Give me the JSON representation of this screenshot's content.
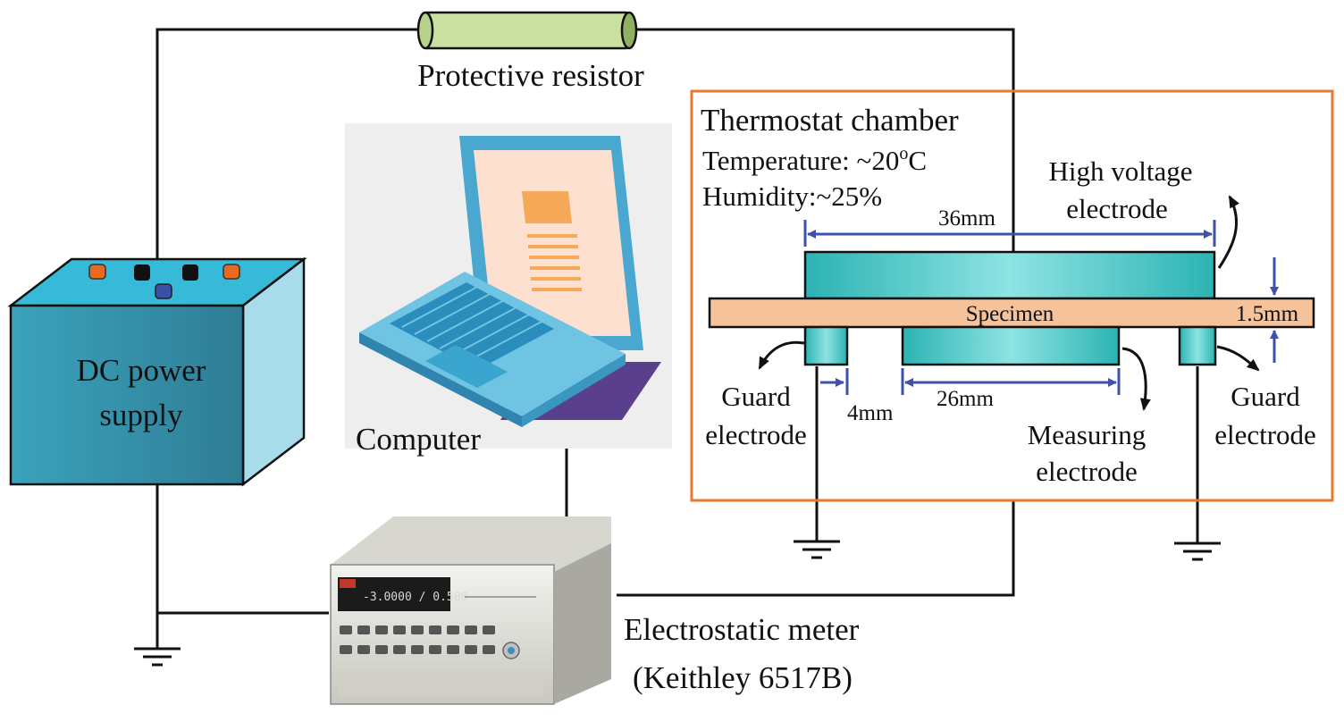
{
  "labels": {
    "resistor": "Protective resistor",
    "chamber_title": "Thermostat chamber",
    "temperature_prefix": "Temperature: ~20",
    "temperature_deg": "o",
    "temperature_unit": "C",
    "humidity": "Humidity:~25%",
    "hv_line1": "High voltage",
    "hv_line2": "electrode",
    "specimen": "Specimen",
    "guard_line1": "Guard",
    "guard_line2": "electrode",
    "measuring_line1": "Measuring",
    "measuring_line2": "electrode",
    "computer": "Computer",
    "dc_line1": "DC power",
    "dc_line2": "supply",
    "meter_line1": "Electrostatic meter",
    "meter_line2": "(Keithley 6517B)",
    "meter_display": "-3.0000 / 0.500"
  },
  "dimensions": {
    "width": "36mm",
    "guard_gap": "4mm",
    "measuring_width": "26mm",
    "thickness": "1.5mm"
  },
  "colors": {
    "chamber_border": "#e87a2e",
    "electrode": "#3cc0c0",
    "specimen": "#f5c29a",
    "dimension_arrow": "#3f51a8",
    "wire": "#111111",
    "resistor": "#c9e0a0",
    "dc_box": "#3a9bb3",
    "laptop_body": "#5bb6d6",
    "screen": "#fde0d0"
  },
  "icons": {
    "computer": "laptop-icon",
    "meter": "electrometer-icon",
    "power_supply": "dc-power-supply-icon",
    "ground": "ground-symbol-icon"
  }
}
